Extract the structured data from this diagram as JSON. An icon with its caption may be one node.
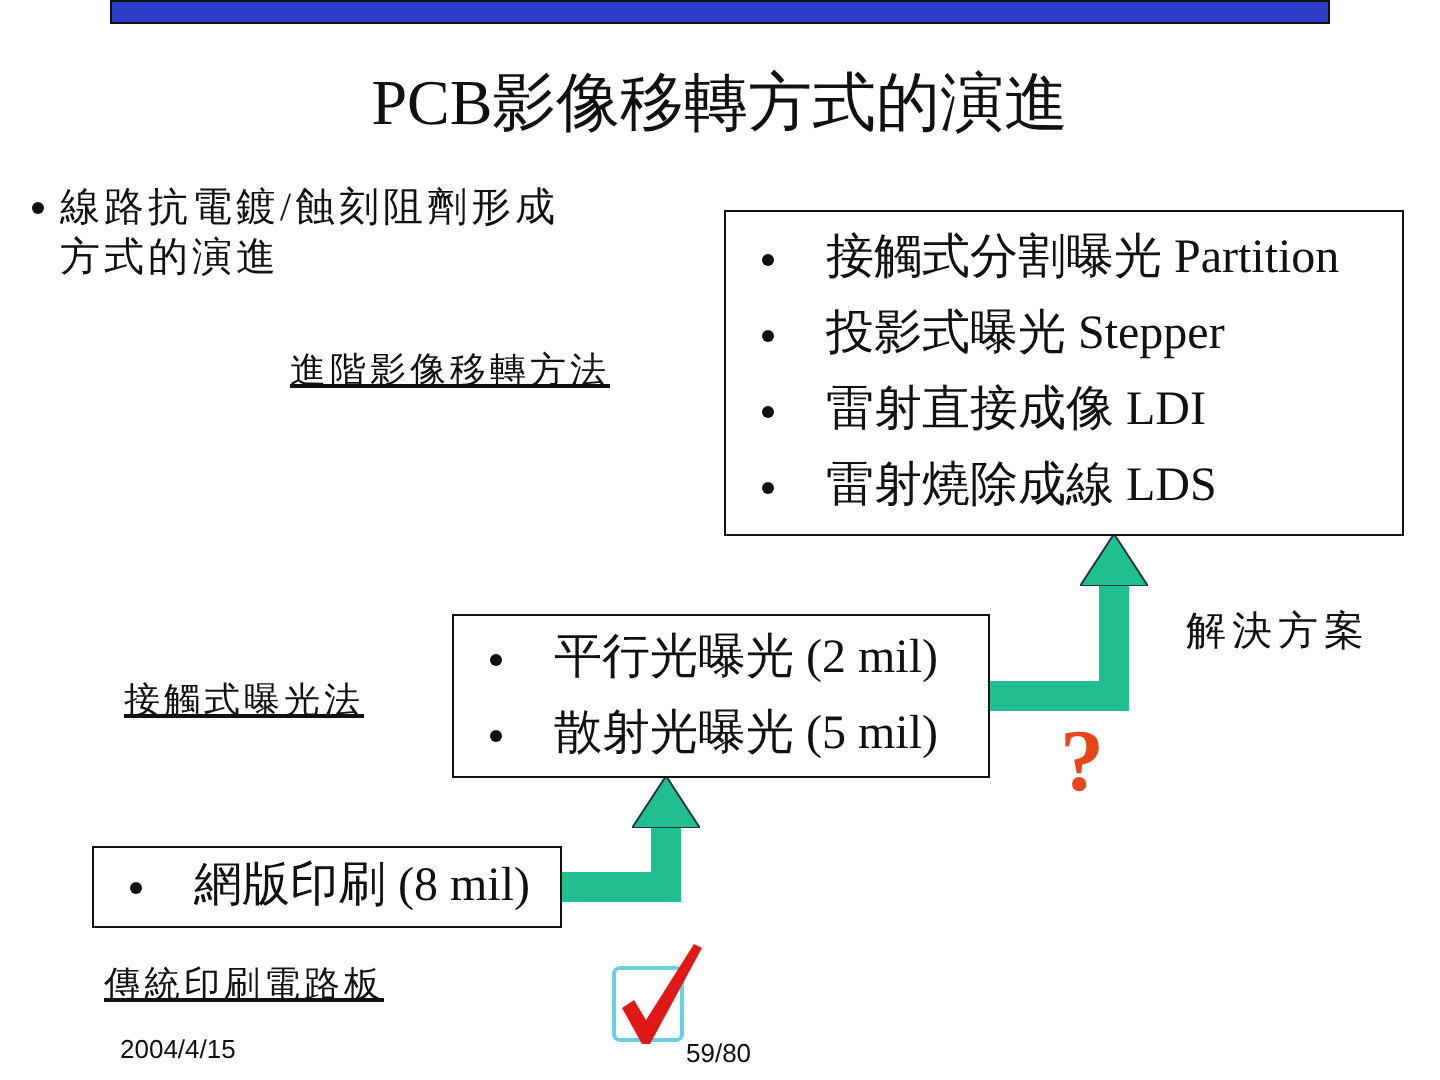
{
  "diagram": {
    "title": "PCB影像移轉方式的演進",
    "nodes": [
      {
        "text": [
          "接觸式分割曝光 Partition",
          "投影式曝光 Stepper",
          "雷射直接成像 LDI",
          "雷射燒除成線 LDS"
        ],
        "beside": [
          "進階影像移轉方法"
        ]
      },
      {
        "text": [
          "平行光曝光 (2 mil)",
          "散射光曝光 (5 mil)"
        ],
        "beside": [
          "接觸式曝光法"
        ]
      },
      {
        "text": [
          "網版印刷 (8 mil)"
        ],
        "beside": [
          "傳統印刷電路板"
        ]
      }
    ],
    "edges": [
      {
        "from": 2,
        "to": 1,
        "arrow": "to"
      },
      {
        "from": 1,
        "to": 0,
        "arrow": "to"
      }
    ],
    "labels": [
      "線路抗電鍍/蝕刻阻劑形成方式的演進",
      "解決方案",
      "?",
      "2004/4/15",
      "59/80"
    ]
  }
}
